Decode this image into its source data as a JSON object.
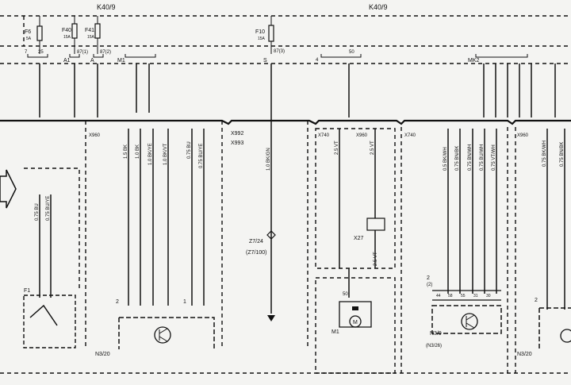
{
  "header": {
    "relay_left": "K40/9",
    "relay_right": "K40/9"
  },
  "fuses": [
    {
      "label": "F6",
      "rating": "5A"
    },
    {
      "label": "F40",
      "rating": "15A"
    },
    {
      "label": "F41",
      "rating": "15A"
    },
    {
      "label": "F10",
      "rating": "15A"
    }
  ],
  "pins": [
    "7",
    "25",
    "87(1)",
    "87(2)",
    "87(3)",
    "50"
  ],
  "connectors": {
    "a1": "A1",
    "a": "A",
    "m1": "M1",
    "s": "S",
    "c4": "4",
    "mk2": "MK2",
    "x960_left": "X960",
    "x992": "X992",
    "x993": "X993",
    "x740_a": "X740",
    "x960_b": "X960",
    "x27": "X27",
    "x740_b": "X740",
    "x960_c": "X960"
  },
  "wires": {
    "left": [
      "0.75 BU",
      "0.75 BU/YE"
    ],
    "n3_20": [
      "1.5 BK",
      "1.0 BK",
      "1.0 BK/YE",
      "1.0 BK/VT",
      "0.75 BU",
      "0.75 BU/YE"
    ],
    "center": "1.0 BK/GN",
    "m1": [
      "2.5 VT",
      "2.5 VT",
      "2.5 VT"
    ],
    "n3_9": [
      "0.5 BK/WH",
      "0.75 BN/BK",
      "0.75 BN/WH",
      "0.75 BU/WH",
      "0.75 VT/WH"
    ],
    "right": [
      "0.75 BK/WH",
      "0.75 BN/BK"
    ]
  },
  "splice": {
    "label": "Z7/24",
    "sub": "(Z7/100)"
  },
  "pins_n3_20": [
    "2",
    "1"
  ],
  "pins_m1": [
    "50"
  ],
  "pins_n3_9": [
    "2",
    "(2)"
  ],
  "pins_n3_9_row": [
    "44",
    "58",
    "55",
    "31",
    "30"
  ],
  "pins_right": [
    "2"
  ],
  "components": {
    "f1": "F1",
    "n3_20": "N3/20",
    "motor_symbol": "M",
    "m1": "M1",
    "n3_9": "N3/9",
    "n3_26": "(N3/26)",
    "n3_20_right": "N3/20"
  }
}
